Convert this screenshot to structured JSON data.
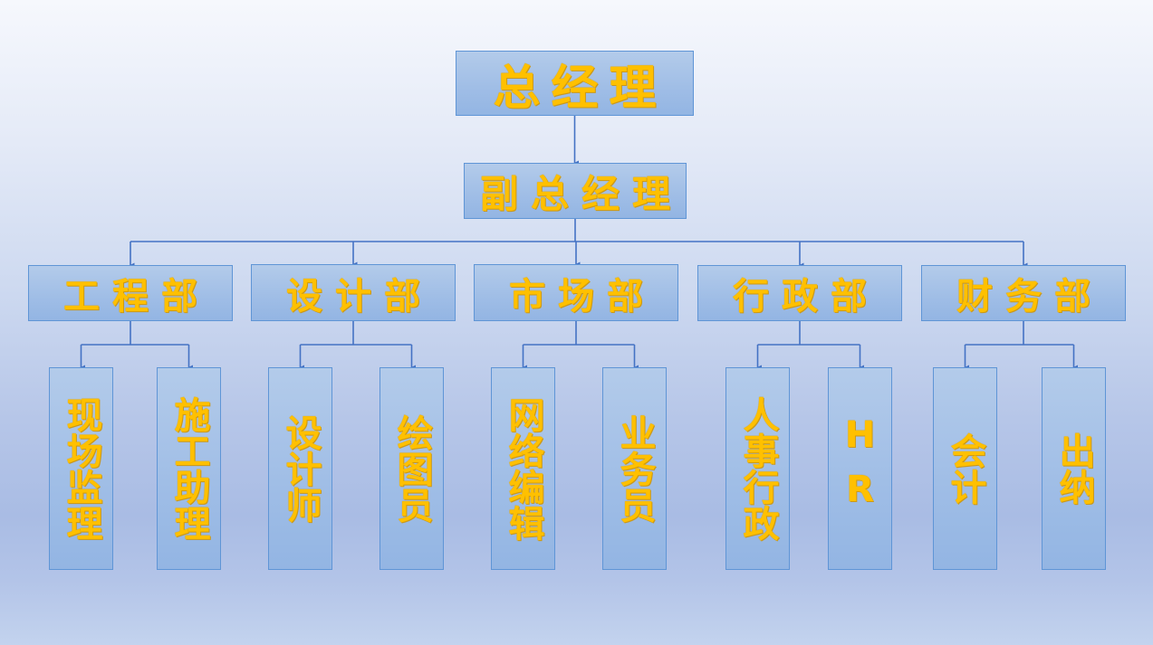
{
  "chart": {
    "title": "组织架构图",
    "colors": {
      "box_fill": "#9fbde6",
      "box_border": "#5f95d6",
      "text": "#ffc000",
      "connector": "#4472c4"
    },
    "root": {
      "label": "总经理"
    },
    "deputy": {
      "label": "副总经理"
    },
    "departments": [
      {
        "label": "工程部",
        "children": [
          {
            "label": "现场监理"
          },
          {
            "label": "施工助理"
          }
        ]
      },
      {
        "label": "设计部",
        "children": [
          {
            "label": "设计师"
          },
          {
            "label": "绘图员"
          }
        ]
      },
      {
        "label": "市场部",
        "children": [
          {
            "label": "网络编辑"
          },
          {
            "label": "业务员"
          }
        ]
      },
      {
        "label": "行政部",
        "children": [
          {
            "label": "人事行政"
          },
          {
            "label": "HR"
          }
        ]
      },
      {
        "label": "财务部",
        "children": [
          {
            "label": "会计"
          },
          {
            "label": "出纳"
          }
        ]
      }
    ]
  }
}
